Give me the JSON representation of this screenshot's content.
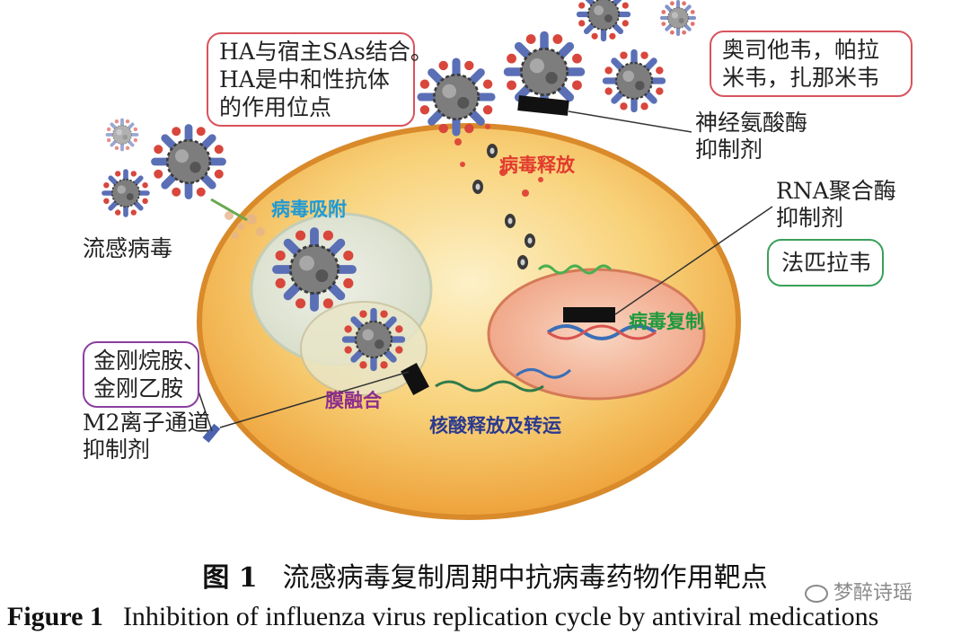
{
  "labels": {
    "flu_virus": "流感病毒",
    "neuraminidase_inhibitor": [
      "神经氨酸酶",
      "抑制剂"
    ],
    "rna_polymerase_inhibitor": [
      "RNA聚合酶",
      "抑制剂"
    ],
    "m2_inhibitor": [
      "M2离子通道",
      "抑制剂"
    ]
  },
  "boxes": {
    "ha_binding": [
      "HA与宿主SAs结合。",
      "HA是中和性抗体",
      "的作用位点"
    ],
    "neuraminidase_drugs": [
      "奥司他韦，帕拉",
      "米韦，扎那米韦"
    ],
    "favipiravir": [
      "法匹拉韦"
    ],
    "adamantanes": [
      "金刚烷胺、",
      "金刚乙胺"
    ]
  },
  "stages": {
    "attachment": "病毒吸附",
    "release": "病毒释放",
    "replication": "病毒复制",
    "fusion": "膜融合",
    "nucleic_transport": "核酸释放及转运"
  },
  "caption": {
    "cn_number": "图 1",
    "cn_text": "流感病毒复制周期中抗病毒药物作用靶点",
    "en_number": "Figure 1",
    "en_text": "Inhibition of influenza virus replication cycle by antiviral medications"
  },
  "watermark": "梦醉诗瑶",
  "colors": {
    "box_red": "#d9535c",
    "box_green": "#3aa05a",
    "box_purple": "#8b3f9e",
    "stage_blue": "#1f9ad6",
    "stage_red": "#e23b2e",
    "stage_green": "#1e9a3c",
    "stage_purple": "#8b2d8f",
    "stage_navy": "#2b3a8f",
    "cell_fill": "#f3b24c",
    "nucleus_fill": "#f4b89a"
  }
}
